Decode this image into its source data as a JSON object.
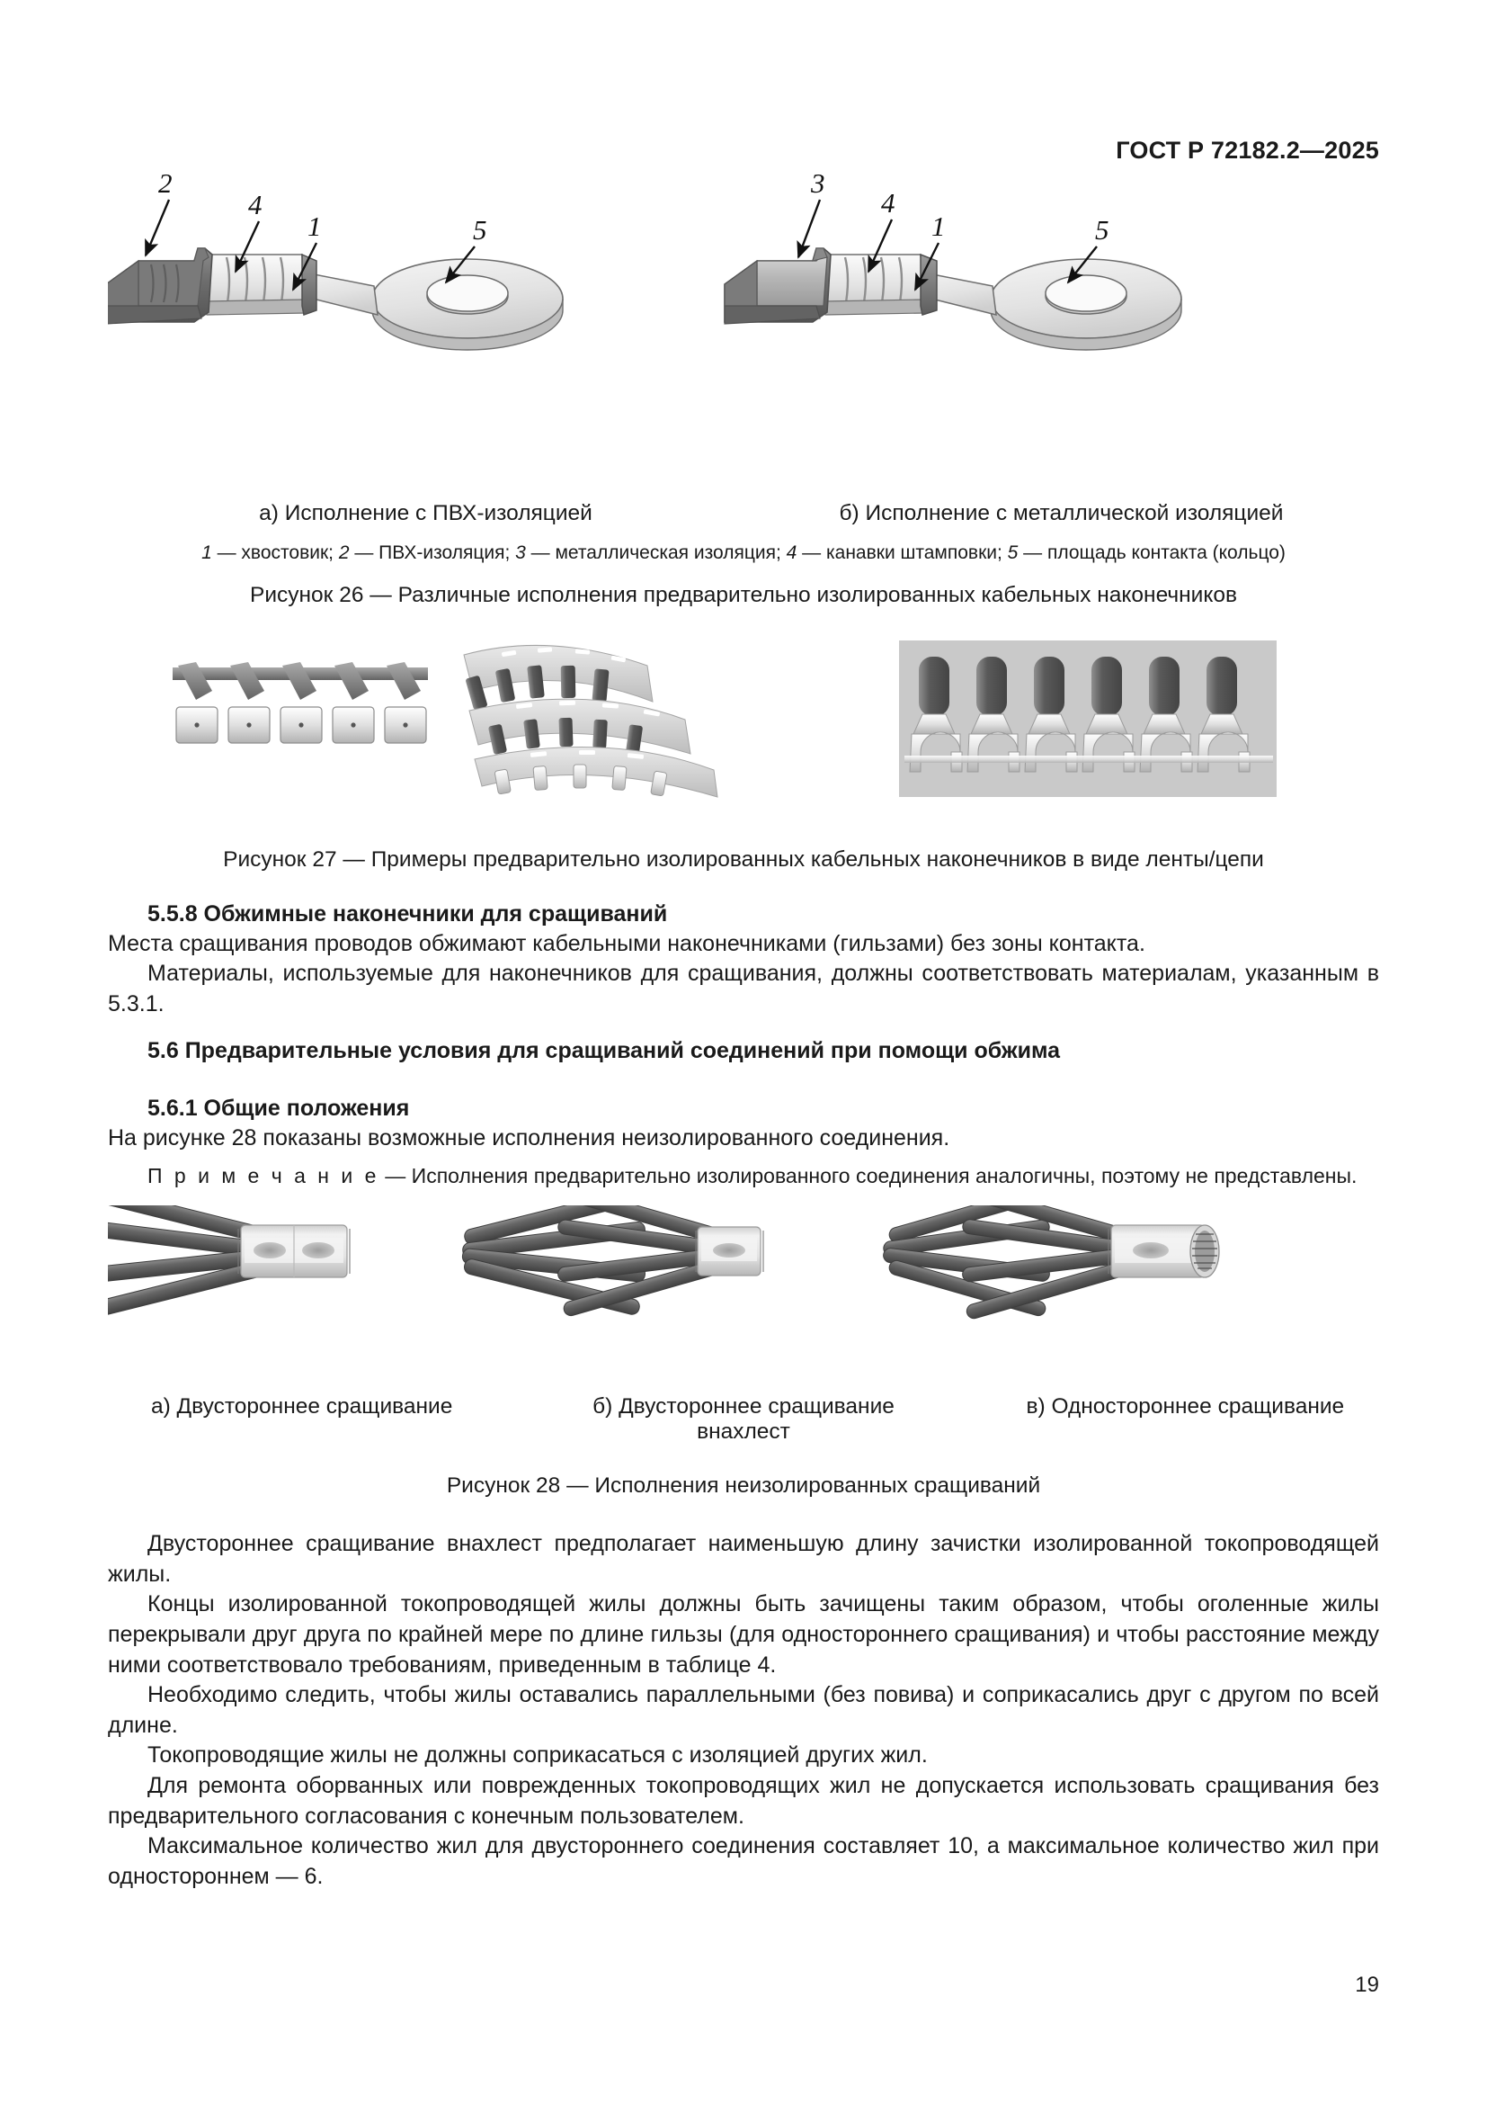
{
  "header": {
    "standard_id": "ГОСТ Р 72182.2—2025"
  },
  "figure_26": {
    "sub_captions": [
      "а) Исполнение с ПВХ-изоляцией",
      "б) Исполнение с металлической изоляцией"
    ],
    "legend_parts": [
      {
        "num": "1",
        "text": " — хвостовик; "
      },
      {
        "num": "2",
        "text": " — ПВХ-изоляция; "
      },
      {
        "num": "3",
        "text": " — металлическая изоляция; "
      },
      {
        "num": "4",
        "text": " — канавки штамповки; "
      },
      {
        "num": "5",
        "text": " — площадь контакта (кольцо)"
      }
    ],
    "caption": "Рисунок 26 — Различные исполнения предварительно изолированных кабельных наконечников",
    "callouts_a": [
      "2",
      "4",
      "1",
      "5"
    ],
    "callouts_b": [
      "3",
      "4",
      "1",
      "5"
    ]
  },
  "figure_27": {
    "caption": "Рисунок 27 — Примеры предварительно изолированных кабельных наконечников в виде ленты/цепи"
  },
  "section_558": {
    "heading": "5.5.8 Обжимные наконечники для сращиваний",
    "paragraphs": [
      "Места сращивания проводов обжимают кабельными наконечниками (гильзами) без зоны контакта.",
      "Материалы, используемые для наконечников для сращивания, должны соответствовать материалам, указанным в 5.3.1."
    ]
  },
  "section_56": {
    "heading": "5.6 Предварительные условия для сращиваний соединений при помощи обжима"
  },
  "section_561": {
    "heading": "5.6.1 Общие положения",
    "paragraph": "На рисунке 28 показаны возможные исполнения неизолированного соединения.",
    "note_label": "П р и м е ч а н и е",
    "note_text": " — Исполнения предварительно изолированного соединения аналогичны, поэтому не представлены."
  },
  "figure_28": {
    "sub_captions": [
      "а) Двустороннее сращивание",
      "б) Двустороннее сращивание внахлест",
      "в) Одностороннее сращивание"
    ],
    "caption": "Рисунок 28 — Исполнения неизолированных сращиваний"
  },
  "body_paragraphs": [
    "Двустороннее сращивание внахлест предполагает наименьшую длину зачистки изолированной токопроводящей жилы.",
    "Концы изолированной токопроводящей жилы должны быть зачищены таким образом, чтобы оголенные жилы перекрывали друг друга по крайней мере по длине гильзы (для одностороннего сращивания) и чтобы расстояние между ними соответствовало требованиям, приведенным в таблице 4.",
    "Необходимо следить, чтобы жилы оставались параллельными (без повива) и соприкасались друг с другом по всей длине.",
    "Токопроводящие жилы не должны соприкасаться с изоляцией других жил.",
    "Для ремонта оборванных или поврежденных токопроводящих жил не допускается использовать сращивания без предварительного согласования с конечным пользователем.",
    "Максимальное количество жил для двустороннего соединения составляет 10, а максимальное количество жил при одностороннем — 6."
  ],
  "footer": {
    "page_number": "19"
  },
  "colors": {
    "text": "#1a1a1a",
    "dark_gray": "#6e6e6e",
    "mid_gray": "#9a9a9a",
    "light_gray": "#d8d8d8",
    "pale": "#efefef",
    "photo_bg": "#c9c9c9"
  }
}
